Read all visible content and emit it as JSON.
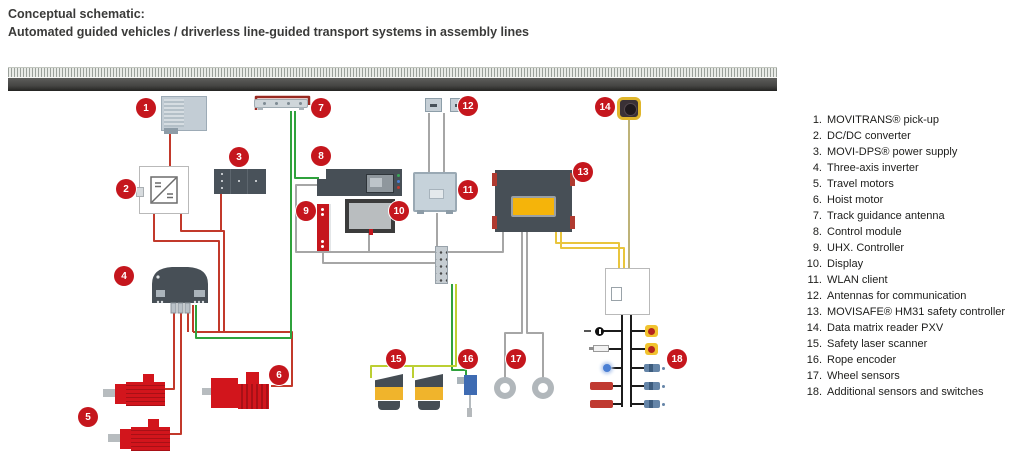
{
  "title": {
    "line1": "Conceptual schematic:",
    "line2": "Automated guided vehicles / driverless line-guided transport systems in assembly lines"
  },
  "legend": {
    "items": [
      {
        "n": "1.",
        "text": "MOVITRANS® pick-up"
      },
      {
        "n": "2.",
        "text": "DC/DC converter"
      },
      {
        "n": "3.",
        "text": "MOVI-DPS® power supply"
      },
      {
        "n": "4.",
        "text": "Three-axis inverter"
      },
      {
        "n": "5.",
        "text": "Travel motors"
      },
      {
        "n": "6.",
        "text": "Hoist motor"
      },
      {
        "n": "7.",
        "text": "Track guidance antenna"
      },
      {
        "n": "8.",
        "text": "Control module"
      },
      {
        "n": "9.",
        "text": "UHX. Controller"
      },
      {
        "n": "10.",
        "text": "Display"
      },
      {
        "n": "11.",
        "text": "WLAN client"
      },
      {
        "n": "12.",
        "text": "Antennas for communication"
      },
      {
        "n": "13.",
        "text": "MOVISAFE® HM31 safety controller"
      },
      {
        "n": "14.",
        "text": "Data matrix reader PXV"
      },
      {
        "n": "15.",
        "text": "Safety laser scanner"
      },
      {
        "n": "16.",
        "text": "Rope encoder"
      },
      {
        "n": "17.",
        "text": "Wheel sensors"
      },
      {
        "n": "18.",
        "text": "Additional sensors and switches"
      }
    ]
  },
  "diagram": {
    "badges": [
      "1",
      "2",
      "3",
      "4",
      "5",
      "6",
      "7",
      "8",
      "9",
      "10",
      "11",
      "12",
      "13",
      "14",
      "15",
      "16",
      "17",
      "18"
    ],
    "colors": {
      "badge_red": "#c5161d",
      "wire_red": "#c2392b",
      "wire_dark_red": "#992a22",
      "wire_green": "#2fa23c",
      "wire_lime": "#bccf33",
      "wire_gray": "#a6a6a6",
      "wire_yellow": "#e9c53d",
      "wire_olive": "#a89a4c",
      "wire_black": "#1c1c1c",
      "device_dark": "#474f56",
      "device_light": "#c3cdd5",
      "motor_red": "#d2151c",
      "safety_yellow": "#f5b40a"
    }
  }
}
